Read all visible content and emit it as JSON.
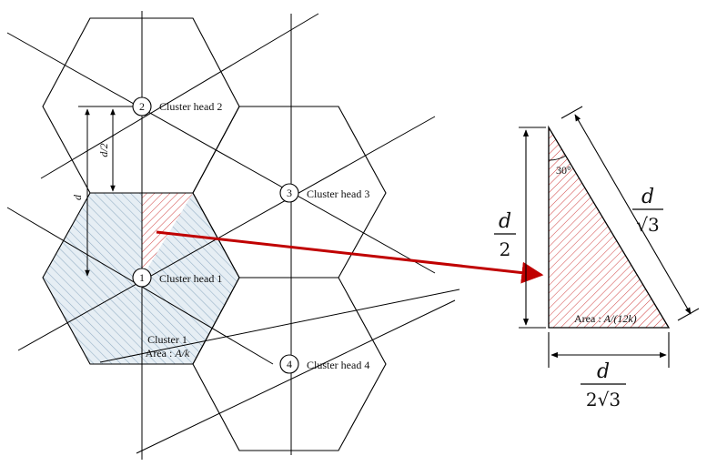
{
  "nodes": [
    {
      "num": "1",
      "label": "Cluster head 1"
    },
    {
      "num": "2",
      "label": "Cluster head 2"
    },
    {
      "num": "3",
      "label": "Cluster head 3"
    },
    {
      "num": "4",
      "label": "Cluster head 4"
    }
  ],
  "cluster": {
    "name": "Cluster 1",
    "area_prefix": "Area : ",
    "area_value": "A/k"
  },
  "dims": {
    "d": "d",
    "d_half": "d/2"
  },
  "triangle": {
    "angle": "30°",
    "area_prefix": "Area : ",
    "area_value": "A/(12k)",
    "vertical": {
      "num": "d",
      "den": "2"
    },
    "hyp": {
      "num": "d",
      "den": "√3"
    },
    "base": {
      "num": "d",
      "den": "2√3"
    }
  },
  "colors": {
    "line": "#000000",
    "blue_hatch": "#9db4c8",
    "blue_fill": "#e6eef4",
    "red_hatch": "#d04040",
    "arrow": "#c00000"
  }
}
